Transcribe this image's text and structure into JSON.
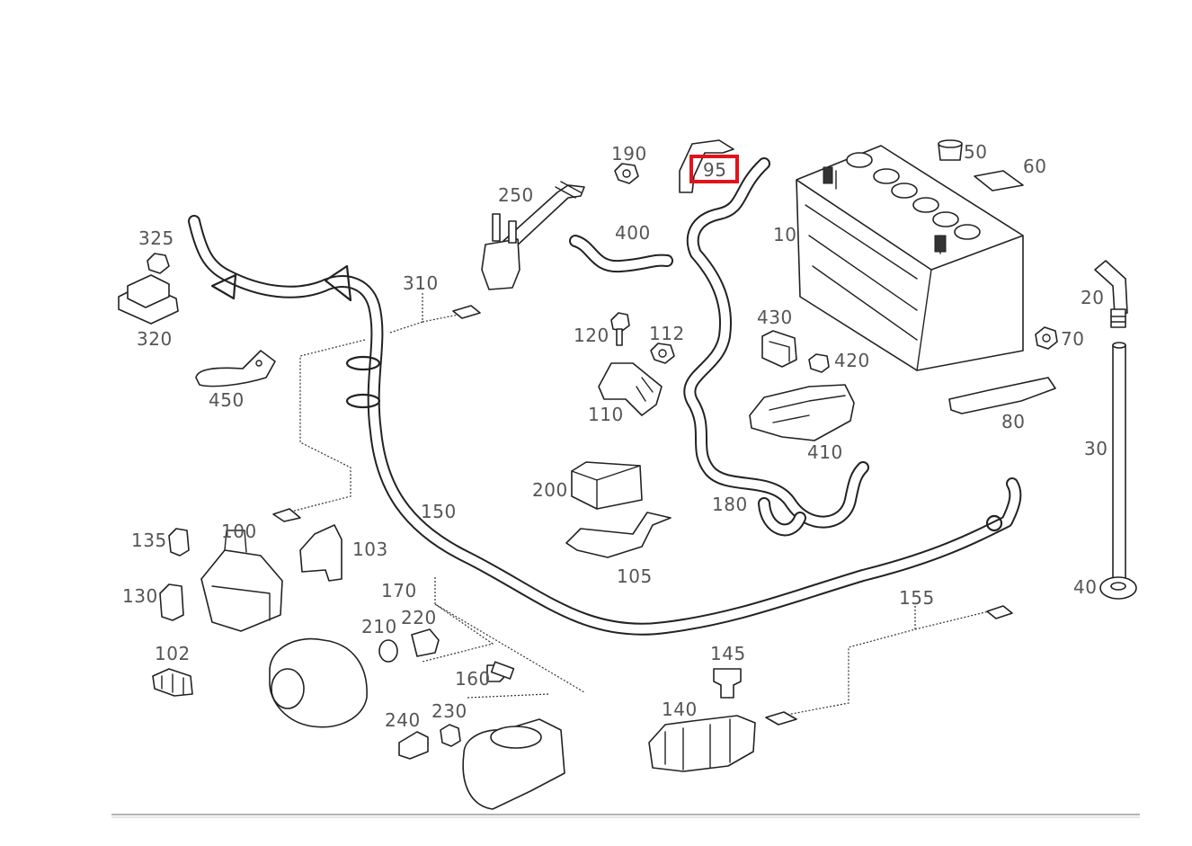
{
  "labels": {
    "p10": "10",
    "p20": "20",
    "p30": "30",
    "p40": "40",
    "p50": "50",
    "p60": "60",
    "p70": "70",
    "p80": "80",
    "p95": "95",
    "p100": "100",
    "p102": "102",
    "p103": "103",
    "p105": "105",
    "p110": "110",
    "p112": "112",
    "p120": "120",
    "p130": "130",
    "p135": "135",
    "p140": "140",
    "p145": "145",
    "p150": "150",
    "p155": "155",
    "p160": "160",
    "p170": "170",
    "p180": "180",
    "p190": "190",
    "p200": "200",
    "p210": "210",
    "p220": "220",
    "p230": "230",
    "p240": "240",
    "p250": "250",
    "p310": "310",
    "p320": "320",
    "p325": "325",
    "p400": "400",
    "p410": "410",
    "p420": "420",
    "p430": "430",
    "p450": "450"
  },
  "highlighted_part": "95",
  "colors": {
    "highlight": "#e3131b",
    "line": "#222222",
    "label": "#555555"
  }
}
